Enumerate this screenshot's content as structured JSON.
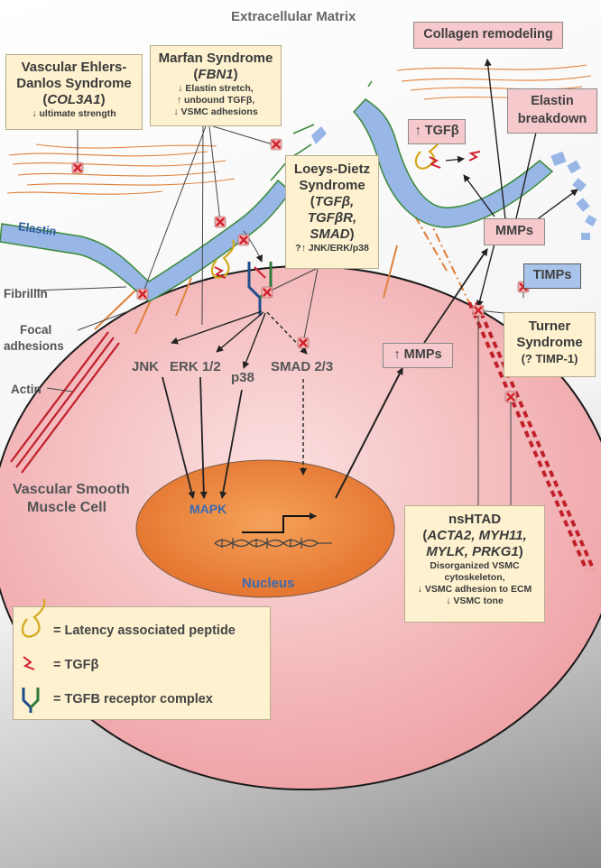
{
  "header": "Extracellular Matrix",
  "labels": {
    "elastin": "Elastin",
    "fibrillin": "Fibrillin",
    "focal_adhesions_1": "Focal",
    "focal_adhesions_2": "adhesions",
    "actin": "Actin",
    "jnk": "JNK",
    "erk": "ERK 1/2",
    "p38": "p38",
    "smad": "SMAD 2/3",
    "mapk": "MAPK",
    "nucleus": "Nucleus",
    "vsmc_1": "Vascular Smooth",
    "vsmc_2": "Muscle Cell"
  },
  "veds": {
    "title_1": "Vascular Ehlers-",
    "title_2": "Danlos Syndrome",
    "gene": "COL3A1",
    "effect": "↓ ultimate strength"
  },
  "marfan": {
    "title": "Marfan Syndrome",
    "gene": "FBN1",
    "effect_1": "↓ Elastin stretch,",
    "effect_2": "↑ unbound TGFβ,",
    "effect_3": "↓ VSMC adhesions"
  },
  "loeys": {
    "title_1": "Loeys-Dietz",
    "title_2": "Syndrome",
    "gene_1": "TGFβ,",
    "gene_2": "TGFβR,",
    "gene_3": "SMAD",
    "effect": "?↑ JNK/ERK/p38"
  },
  "turner": {
    "title_1": "Turner",
    "title_2": "Syndrome",
    "effect": "(? TIMP-1)"
  },
  "nshtad": {
    "title": "nsHTAD",
    "genes_1": "ACTA2, MYH11,",
    "genes_2": "MYLK, PRKG1",
    "effect_1": "Disorganized VSMC",
    "effect_2": "cytoskeleton,",
    "effect_3": "↓ VSMC adhesion to ECM",
    "effect_4": "↓ VSMC tone"
  },
  "pink": {
    "collagen": "Collagen remodeling",
    "elastin_1": "Elastin",
    "elastin_2": "breakdown",
    "tgfb": "↑ TGFβ",
    "mmps": "MMPs",
    "up_mmps": "↑ MMPs"
  },
  "timps": "TIMPs",
  "legend": {
    "lap": "= Latency associated peptide",
    "tgfb": "= TGFβ",
    "receptor": "= TGFB receptor complex"
  },
  "colors": {
    "cell_fill": "#f3b6b8",
    "nucleus_fill": "#ec8a3c",
    "elastin_fill": "#98b6e6",
    "box_fill": "#fdf1cf",
    "pink_fill": "#f6c9cc",
    "fiber": "#e0803a",
    "actin": "#c0202a"
  }
}
